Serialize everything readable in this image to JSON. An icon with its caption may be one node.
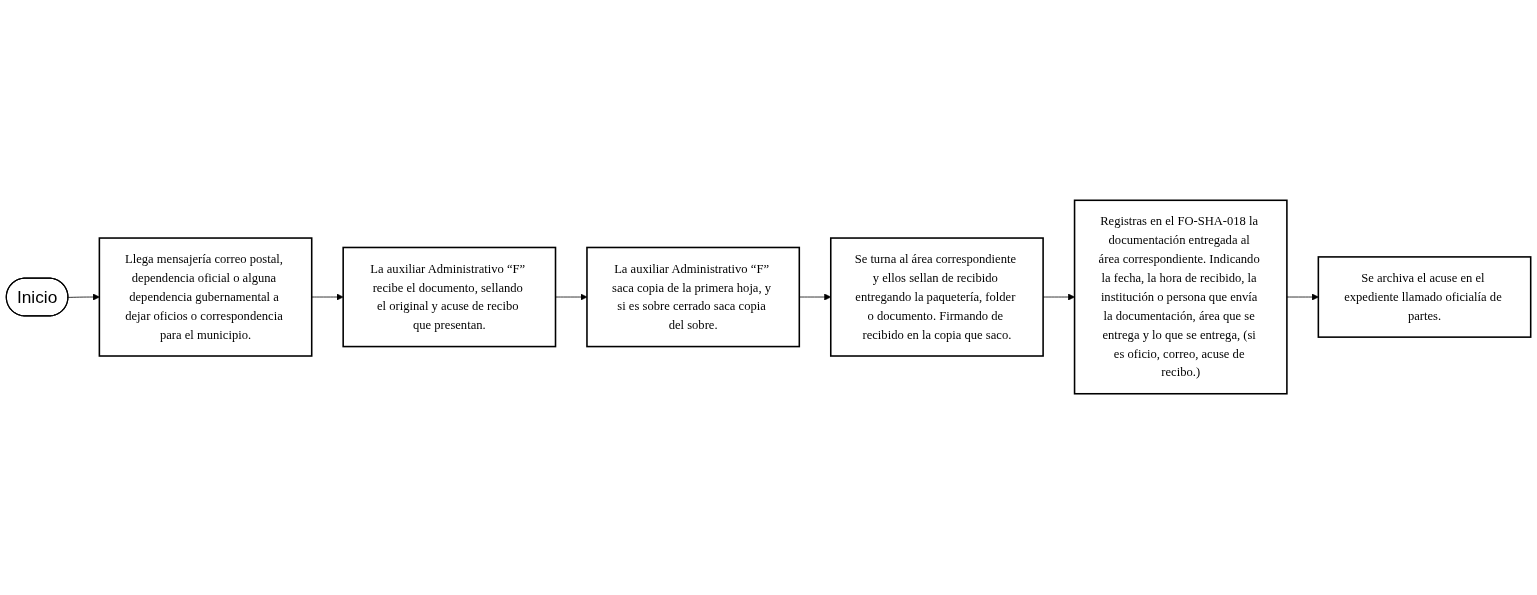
{
  "diagram": {
    "nodes": [
      {
        "text": [
          "Inicio"
        ]
      },
      {
        "text": [
          "Llega mensajería correo postal, dependencia oficial o alguna dependencia gubernamental a dejar oficios o correspondencia para el municipio."
        ]
      },
      {
        "text": [
          "La auxiliar Administrativo “F” recibe el documento, sellando el original y acuse de recibo que presentan."
        ]
      },
      {
        "text": [
          "La auxiliar Administrativo “F” saca copia de la primera hoja, y si es sobre cerrado saca copia del sobre."
        ]
      },
      {
        "text": [
          "Se turna al área correspondiente y ellos sellan de recibido entregando la paquetería, folder o documento. Firmando de recibido en la copia que saco."
        ]
      },
      {
        "text": [
          "Registras en el FO-SHA-018 la documentación entregada al área correspondiente. Indicando la fecha, la hora de recibido, la institución o persona que envía la documentación, área que se entrega y lo que se entrega, (si es oficio, correo, acuse de recibo.)"
        ]
      },
      {
        "text": [
          "Se archiva el acuse en el expediente llamado oficialía de partes."
        ]
      }
    ],
    "edges": [
      {
        "from": 0,
        "to": 1,
        "arrow": "to"
      },
      {
        "from": 1,
        "to": 2,
        "arrow": "to"
      },
      {
        "from": 2,
        "to": 3,
        "arrow": "to"
      },
      {
        "from": 3,
        "to": 4,
        "arrow": "to"
      },
      {
        "from": 4,
        "to": 5,
        "arrow": "to"
      },
      {
        "from": 5,
        "to": 6,
        "arrow": "to"
      }
    ]
  }
}
